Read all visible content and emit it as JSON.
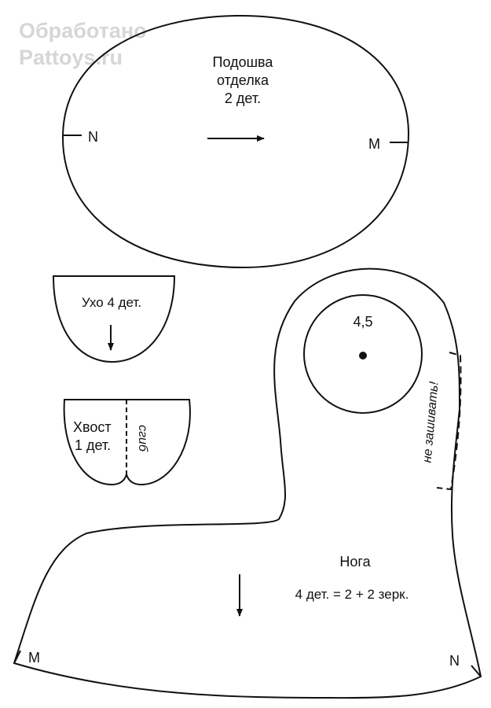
{
  "watermark": {
    "line1": "Обработано",
    "line2": "Pattoys.ru"
  },
  "sole": {
    "title": "Подошва",
    "subtitle": "отделка",
    "count": "2 дет.",
    "left_mark": "N",
    "right_mark": "M"
  },
  "ear": {
    "label": "Ухо 4 дет."
  },
  "tail": {
    "name": "Хвост",
    "count": "1 дет.",
    "fold": "сгиб"
  },
  "leg": {
    "title": "Нога",
    "count": "4 дет. = 2 + 2 зерк.",
    "circle_label": "4,5",
    "no_sew": "не зашивать!",
    "left_mark": "M",
    "right_mark": "N"
  },
  "colors": {
    "line": "#111111",
    "watermark": "#d6d6d6"
  }
}
